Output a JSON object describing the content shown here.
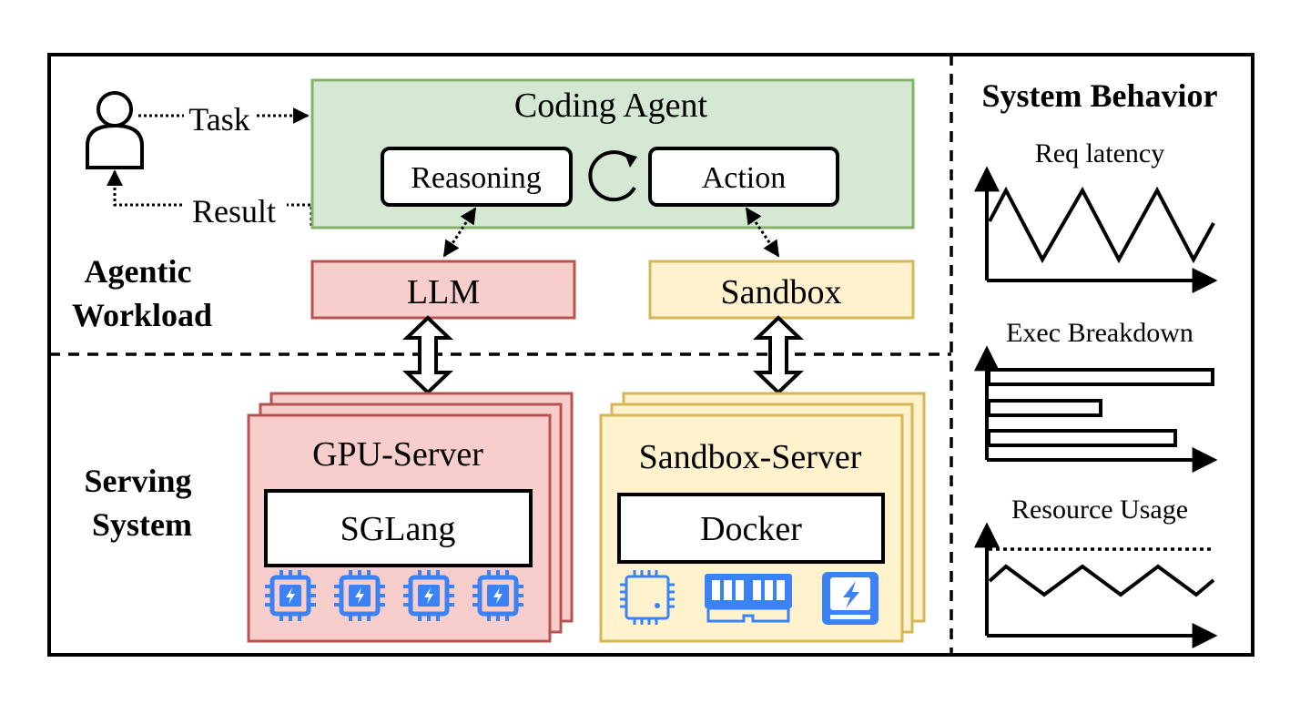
{
  "workload": {
    "section_label_line1": "Agentic",
    "section_label_line2": "Workload",
    "task_label": "Task",
    "result_label": "Result",
    "agent_title": "Coding Agent",
    "reasoning_label": "Reasoning",
    "action_label": "Action",
    "llm_label": "LLM",
    "sandbox_label": "Sandbox"
  },
  "serving": {
    "section_label_line1": "Serving",
    "section_label_line2": "System",
    "gpu_server_title": "GPU-Server",
    "gpu_engine_label": "SGLang",
    "sandbox_server_title": "Sandbox-Server",
    "sandbox_engine_label": "Docker",
    "gpu_chip_icons": [
      "gpu-chip-icon",
      "gpu-chip-icon",
      "gpu-chip-icon",
      "gpu-chip-icon"
    ],
    "sandbox_resource_icons": [
      "cpu-icon",
      "memory-icon",
      "ssd-icon"
    ]
  },
  "behavior": {
    "title": "System Behavior",
    "charts": [
      {
        "label": "Req latency"
      },
      {
        "label": "Exec Breakdown"
      },
      {
        "label": "Resource Usage"
      }
    ]
  },
  "colors": {
    "agent_fill": "#d5e8d4",
    "agent_stroke": "#82b366",
    "llm_fill": "#f8cecc",
    "llm_stroke": "#b85450",
    "sandbox_fill": "#fff2cc",
    "sandbox_stroke": "#d6b656",
    "icon_blue": "#3b82f6"
  }
}
